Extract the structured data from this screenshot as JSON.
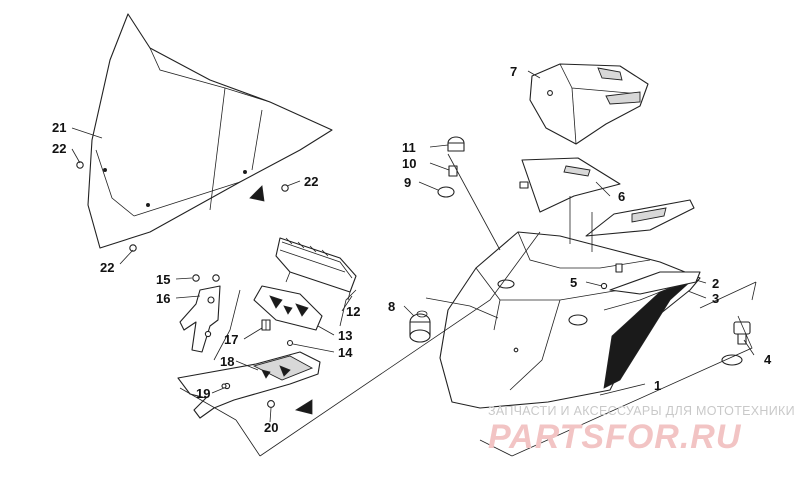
{
  "diagram": {
    "callouts": [
      "1",
      "2",
      "3",
      "4",
      "5",
      "6",
      "7",
      "8",
      "9",
      "10",
      "11",
      "12",
      "13",
      "14",
      "15",
      "16",
      "17",
      "18",
      "19",
      "20",
      "21",
      "22"
    ]
  },
  "watermark": {
    "tagline": "ЗАПЧАСТИ И АКСЕССУАРЫ ДЛЯ МОТОТЕХНИКИ",
    "brand": "PARTSFOR.RU"
  }
}
